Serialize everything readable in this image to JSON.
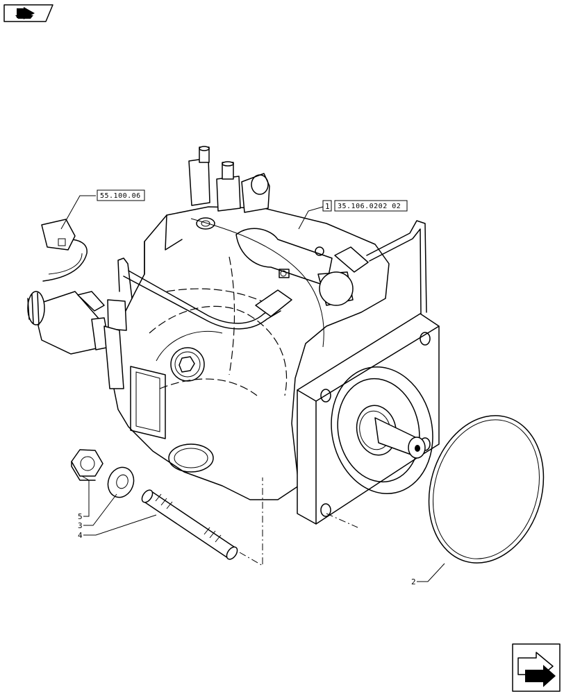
{
  "callouts": {
    "item_1": "1",
    "item_2": "2",
    "item_3": "3",
    "item_4": "4",
    "item_5": "5"
  },
  "references": {
    "wiring_ref": "55.100.06",
    "assembly_ref": "35.106.0202 02"
  },
  "icons": {
    "top_left": "book-arrow-icon",
    "bottom_right": "next-page-arrow-icon"
  }
}
